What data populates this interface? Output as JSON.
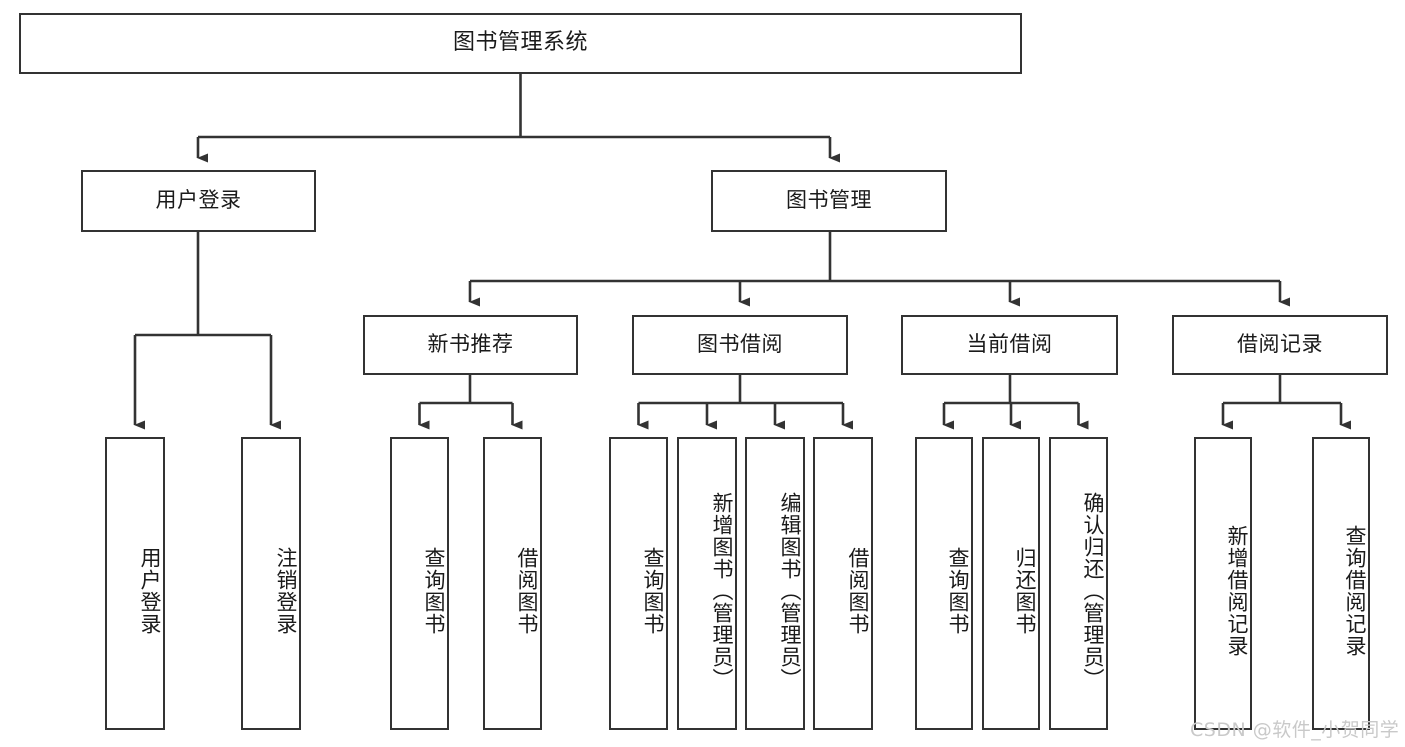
{
  "diagram": {
    "title": "图书管理系统",
    "type": "tree-hierarchy",
    "watermark": "CSDN @软件_小贺同学",
    "colors": {
      "box_border": "#333333",
      "box_fill": "#ffffff",
      "edge": "#333333",
      "text": "#1a1a1a",
      "watermark": "#c9c9c9",
      "background": "#ffffff"
    },
    "nodes": {
      "root": {
        "label": "图书管理系统"
      },
      "level2": [
        {
          "id": "user-login",
          "label": "用户登录"
        },
        {
          "id": "book-manage",
          "label": "图书管理"
        }
      ],
      "level3": [
        {
          "id": "new-book-recommend",
          "label": "新书推荐"
        },
        {
          "id": "book-borrow",
          "label": "图书借阅"
        },
        {
          "id": "current-borrow",
          "label": "当前借阅"
        },
        {
          "id": "borrow-record",
          "label": "借阅记录"
        }
      ],
      "leaves": {
        "user_login": [
          {
            "id": "leaf-user-login",
            "label": "用户登录"
          },
          {
            "id": "leaf-logout-login",
            "label": "注销登录"
          }
        ],
        "new_book_recommend": [
          {
            "id": "leaf-query-book-1",
            "label": "查询图书"
          },
          {
            "id": "leaf-borrow-book-1",
            "label": "借阅图书"
          }
        ],
        "book_borrow": [
          {
            "id": "leaf-query-book-2",
            "label": "查询图书"
          },
          {
            "id": "leaf-add-book-admin",
            "label": "新增图书（管理员）"
          },
          {
            "id": "leaf-edit-book-admin",
            "label": "编辑图书（管理员）"
          },
          {
            "id": "leaf-borrow-book-2",
            "label": "借阅图书"
          }
        ],
        "current_borrow": [
          {
            "id": "leaf-query-book-3",
            "label": "查询图书"
          },
          {
            "id": "leaf-return-book",
            "label": "归还图书"
          },
          {
            "id": "leaf-confirm-return-admin",
            "label": "确认归还（管理员）"
          }
        ],
        "borrow_record": [
          {
            "id": "leaf-add-borrow-record",
            "label": "新增借阅记录"
          },
          {
            "id": "leaf-query-borrow-record",
            "label": "查询借阅记录"
          }
        ]
      }
    }
  }
}
